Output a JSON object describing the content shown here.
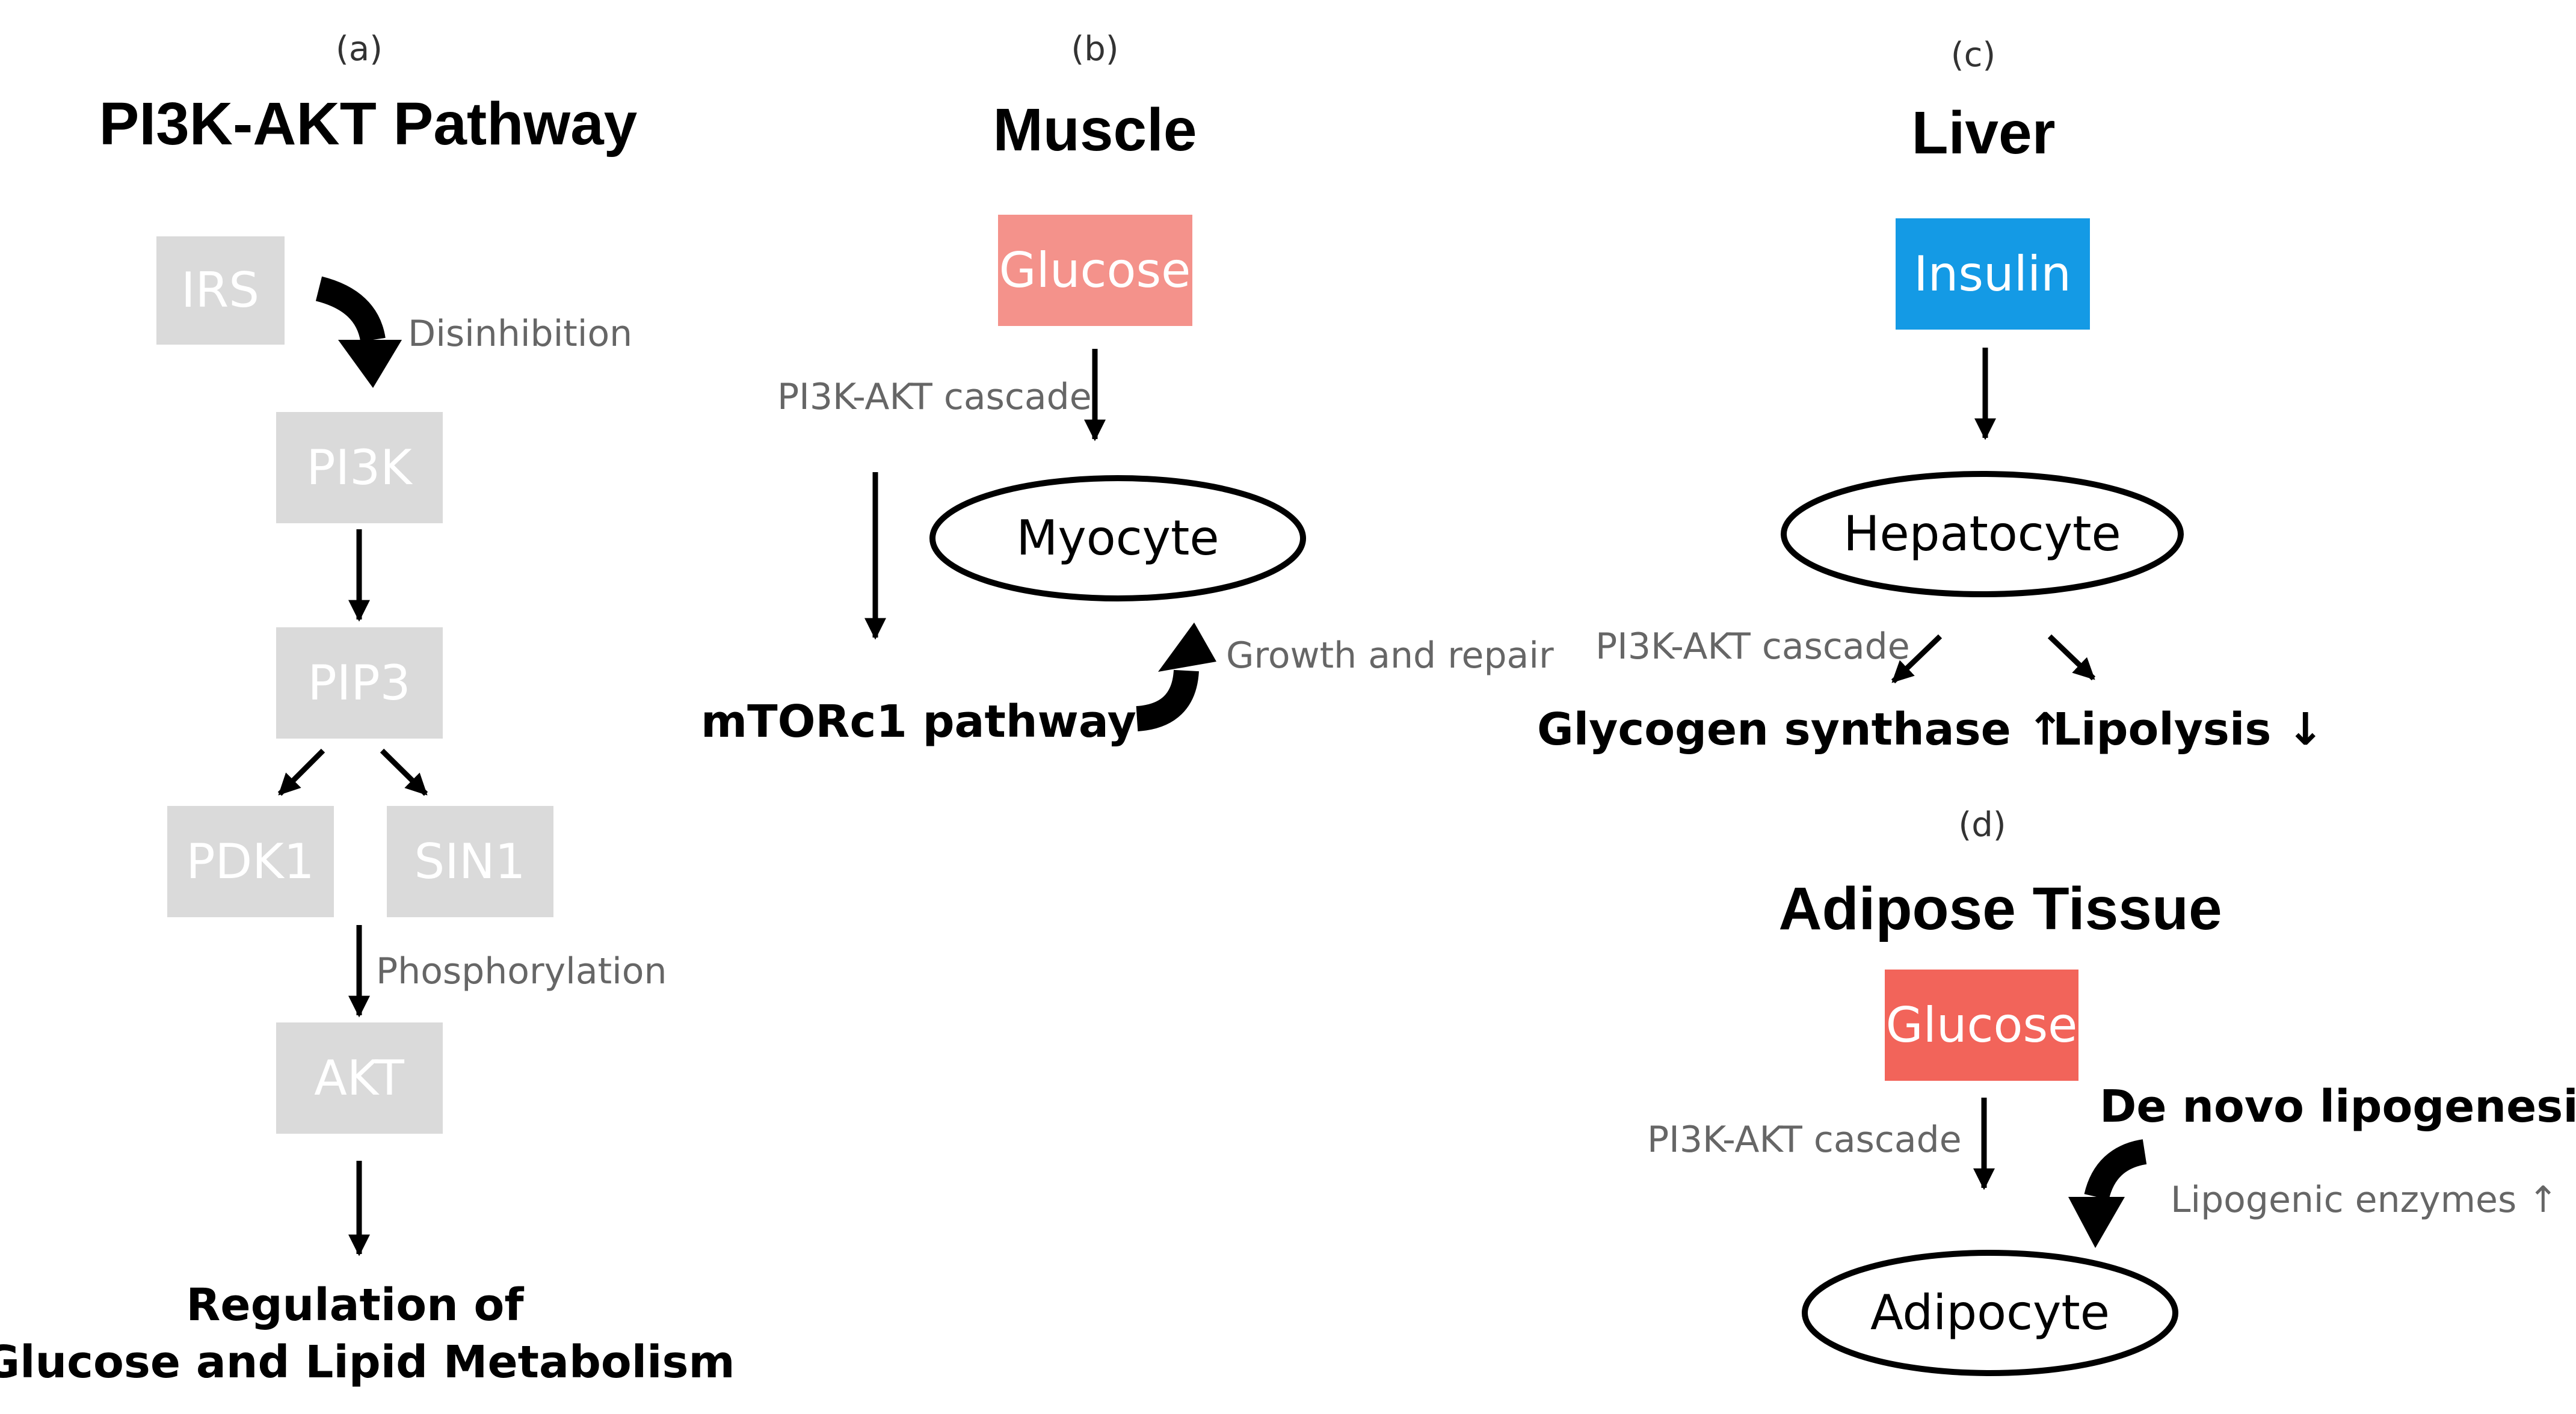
{
  "colors": {
    "gray_box": "#dadada",
    "glucose_muscle": "#f4928b",
    "insulin": "#149ae5",
    "glucose_adipose": "#f2645a"
  },
  "panel_a": {
    "label": "(a)",
    "title": "PI3K-AKT Pathway",
    "nodes": [
      "IRS",
      "PI3K",
      "PIP3",
      "PDK1",
      "SIN1",
      "AKT"
    ],
    "disinhibition": "Disinhibition",
    "phosphorylation": "Phosphorylation",
    "outcome_line1": "Regulation of",
    "outcome_line2": "Glucose and Lipid Metabolism"
  },
  "panel_b": {
    "label": "(b)",
    "title": "Muscle",
    "glucose": "Glucose",
    "cascade": "PI3K-AKT cascade",
    "cell": "Myocyte",
    "pathway": "mTORc1 pathway",
    "growth": "Growth and repair"
  },
  "panel_c": {
    "label": "(c)",
    "title": "Liver",
    "insulin": "Insulin",
    "cell": "Hepatocyte",
    "cascade": "PI3K-AKT cascade",
    "glycogen": "Glycogen synthase ↑",
    "lipolysis": "Lipolysis ↓"
  },
  "panel_d": {
    "label": "(d)",
    "title": "Adipose Tissue",
    "glucose": "Glucose",
    "cascade": "PI3K-AKT cascade",
    "lipogenesis": "De novo lipogenesis",
    "enzymes": "Lipogenic enzymes ↑",
    "cell": "Adipocyte"
  }
}
